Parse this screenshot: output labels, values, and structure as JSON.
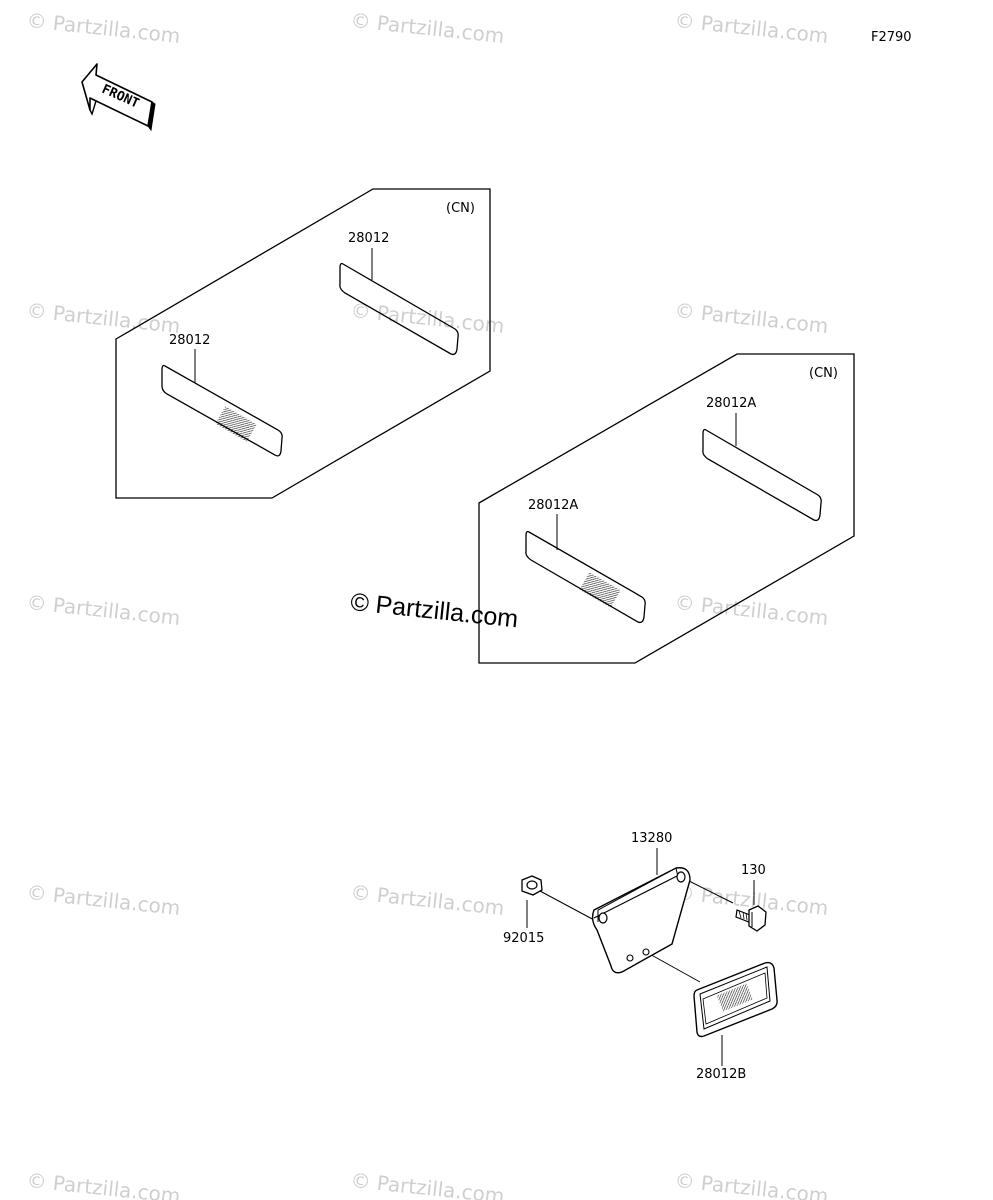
{
  "figure_code": "F2790",
  "front_arrow_text": "FRONT",
  "panels": [
    {
      "region_tag": "(CN)",
      "upper_label": "28012",
      "lower_label": "28012"
    },
    {
      "region_tag": "(CN)",
      "upper_label": "28012A",
      "lower_label": "28012A"
    }
  ],
  "assembly": {
    "bracket_label": "13280",
    "bolt_label": "130",
    "nut_label": "92015",
    "reflector_label": "28012B"
  },
  "watermark": {
    "text": "© Partzilla.com",
    "color": "#cfcfcf"
  }
}
